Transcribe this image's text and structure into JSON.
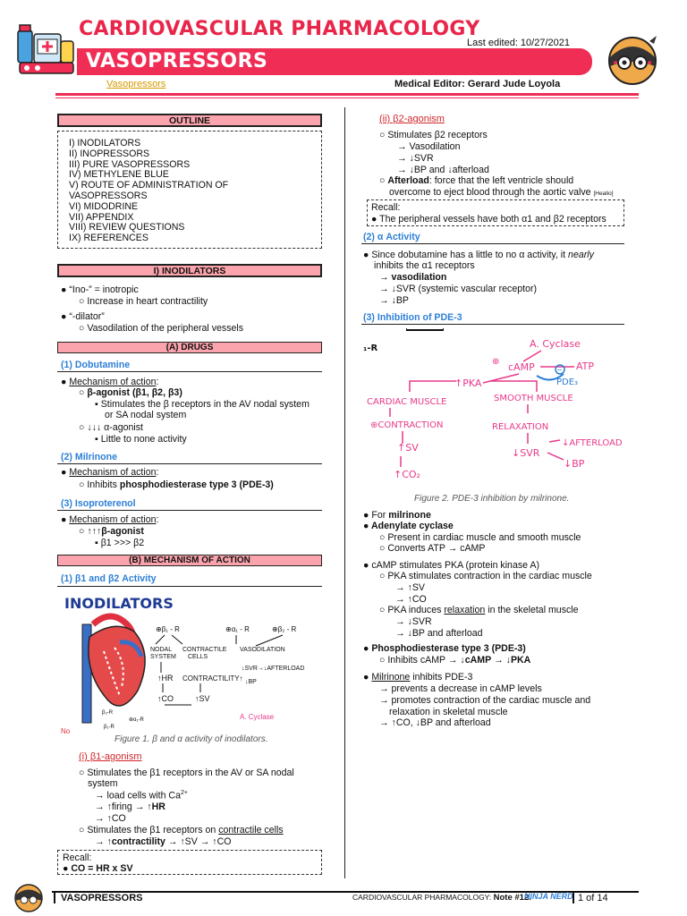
{
  "header": {
    "title_top": "CARDIOVASCULAR PHARMACOLOGY",
    "title_banner": "VASOPRESSORS",
    "last_edited": "Last edited: 10/27/2021",
    "breadcrumb": "Vasopressors",
    "medical_editor": "Medical Editor: Gerard Jude Loyola",
    "accent": "#ef2d55"
  },
  "left": {
    "outline_title": "OUTLINE",
    "outline_items": [
      "I) INODILATORS",
      "II) INOPRESSORS",
      "III) PURE VASOPRESSORS",
      "IV) METHYLENE BLUE",
      "V) ROUTE OF ADMINISTRATION OF",
      "VASOPRESSORS",
      "VI) MIDODRINE",
      "VII) APPENDIX",
      "VIII) REVIEW QUESTIONS",
      "IX) REFERENCES"
    ],
    "sec1_title": "I)  INODILATORS",
    "ino_bullet": "“Ino-” = inotropic",
    "ino_sub": "Increase in heart contractility",
    "dil_bullet": "“-dilator”",
    "dil_sub": "Vasodilation of the peripheral vessels",
    "drugs_title": "(A)  DRUGS",
    "dobutamine": "(1)  Dobutamine",
    "moa": "Mechanism of action",
    "dob_beta": "β-agonist (β1, β2, β3)",
    "dob_beta_sub1": "Stimulates the β receptors in the AV nodal system",
    "dob_beta_sub2": "or SA nodal system",
    "dob_alpha": "↓↓↓ α-agonist",
    "dob_alpha_sub": "Little to none activity",
    "milrinone": "(2)  Milrinone",
    "mil_inhibits": "Inhibits",
    "mil_pde": "phosphodiesterase type 3 (PDE-3)",
    "isoproterenol": "(3)  Isoproterenol",
    "iso_agonist": "↑↑↑β-agonist",
    "iso_sub": "β1 >>> β2",
    "moa_title": "(B)  MECHANISM OF ACTION",
    "b1b2": "(1)  β1 and β2 Activity",
    "fig1_caption": "Figure 1. β and α activity of inodilators.",
    "fig1": {
      "heading": "INODILATORS",
      "b1r": "⊕β₁ - R",
      "alphar": "⊕α₁ - R",
      "b2r": "⊕β₂ - R",
      "nodal": "NODAL",
      "system": "SYSTEM",
      "contractile": "CONTRACTILE",
      "cells": "CELLS",
      "vasodil": "VASODILATION",
      "hr": "↑HR",
      "contractility": "CONTRACTILITY↑",
      "co": "↑CO",
      "sv": "↑SV",
      "svr": "↓SVR→↓AFTERLOAD",
      "bp": "↓BP",
      "acyclase": "A. Cyclase",
      "b1_small": "β₁-R",
      "a1_small": "⊕α₁-R",
      "b2_small": "β₂-R",
      "partial": "No"
    },
    "b1_title": "(i)  β1-agonism",
    "b1_l1": "Stimulates the β1 receptors in the AV or SA nodal",
    "b1_l2": "system",
    "b1_l3": "→  load cells with Ca",
    "b1_l3_sup": "2+",
    "b1_l4a": "→  ↑firing →",
    "b1_l4b": "↑HR",
    "b1_l5": "→  ↑CO",
    "b1_l6a": "Stimulates the β1 receptors on",
    "b1_l6b": "contractile cells",
    "b1_l7a": "→",
    "b1_l7b": "↑contractility",
    "b1_l7c": "→ ↑SV → ↑CO",
    "recall": "Recall:",
    "recall_co": "CO = HR x SV"
  },
  "right": {
    "b2_title": "(ii)  β2-agonism",
    "b2_l1": "Stimulates β2 receptors",
    "b2_l2": "→  Vasodilation",
    "b2_l3": "→  ↓SVR",
    "b2_l4": "→  ↓BP and ↓afterload",
    "afterload_label": "Afterload",
    "afterload_text": ": force that the left ventricle should",
    "afterload_text2": "overcome to eject blood through the aortic valve",
    "afterload_ref": "[Healio]",
    "recall": "Recall:",
    "recall_text": "The peripheral vessels have both α1 and β2 receptors",
    "alpha_title": "(2)  α Activity",
    "alpha_l1a": "Since dobutamine has a little to no α activity, it",
    "alpha_l1b": "nearly",
    "alpha_l2": "inhibits the α1 receptors",
    "alpha_l3": "vasodilation",
    "alpha_l4": "→  ↓SVR (systemic vascular receptor)",
    "alpha_l5": "→  ↓BP",
    "pde_title": "(3)  Inhibition of PDE-3",
    "fig2": {
      "partial": "₁-R",
      "acyclase": "A. Cyclase",
      "camp": "cAMP",
      "atp": "ATP",
      "pde3": "PDE₃",
      "pka": "↑PKA",
      "cardiac": "CARDIAC MUSCLE",
      "smooth": "SMOOTH MUSCLE",
      "contraction": "⊕CONTRACTION",
      "relaxation": "RELAXATION",
      "sv": "↑SV",
      "co2": "↑CO₂",
      "svr": "↓SVR",
      "afterload": "↓AFTERLOAD",
      "bp": "↓BP"
    },
    "fig2_caption": "Figure 2. PDE-3 inhibition by milrinone.",
    "for_label": "For",
    "for_bold": "milrinone",
    "adenylate": "Adenylate cyclase",
    "adenylate_s1": "Present in cardiac muscle and smooth muscle",
    "adenylate_s2": "Converts ATP → cAMP",
    "camp_l1": "cAMP stimulates PKA (protein kinase A)",
    "camp_s1": "PKA stimulates contraction in the cardiac muscle",
    "camp_s1a": "→  ↑SV",
    "camp_s1b": "→  ↑CO",
    "camp_s2a": "PKA induces",
    "camp_s2b": "relaxation",
    "camp_s2c": "in the skeletal muscle",
    "camp_s2d": "→  ↓SVR",
    "camp_s2e": "→  ↓BP and afterload",
    "pde3_title": "Phosphodiesterase type 3 (PDE-3)",
    "pde3_sub_a": "Inhibits cAMP →",
    "pde3_sub_b": "↓cAMP",
    "pde3_sub_c": "→",
    "pde3_sub_d": "↓PKA",
    "mil_l1a": "Milrinone",
    "mil_l1b": "inhibits PDE-3",
    "mil_l2": "→  prevents a decrease in cAMP levels",
    "mil_l3": "→  promotes contraction of the cardiac muscle and",
    "mil_l4": "relaxation in skeletal muscle",
    "mil_l5": "→  ↑CO, ↓BP and afterload"
  },
  "footer": {
    "left": "VASOPRESSORS",
    "mid_a": "CARDIOVASCULAR PHARMACOLOGY:",
    "mid_b": "Note #12.",
    "brand": "NINJA NERD",
    "page": "1 of 14"
  }
}
